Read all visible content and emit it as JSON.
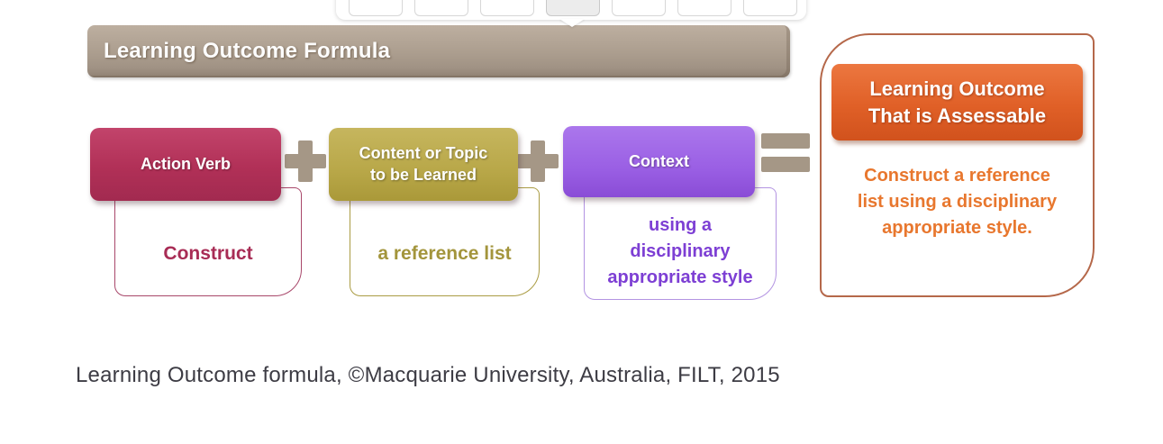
{
  "header": {
    "title": "Learning Outcome Formula"
  },
  "popover": {
    "button_count": 7,
    "selected_index": 3
  },
  "formula": {
    "terms": [
      {
        "label": "Action Verb",
        "example": "Construct",
        "color": "#b13057"
      },
      {
        "label": "Content or Topic\nto be Learned",
        "example": "a reference list",
        "color": "#b8a748"
      },
      {
        "label": "Context",
        "example": "using a\ndisciplinary\nappropriate style",
        "color": "#9a5fe4"
      }
    ],
    "operators": [
      "+",
      "+",
      "="
    ],
    "operator_color": "#a59786",
    "result": {
      "label": "Learning Outcome\nThat is Assessable",
      "example": "Construct a reference\nlist using a disciplinary\nappropriate style.",
      "fill_color": "#e06027",
      "text_color": "#e8772e",
      "border_color": "#b5684a"
    }
  },
  "caption": "Learning Outcome formula, ©Macquarie University, Australia, FILT, 2015",
  "colors": {
    "banner": "#ab9d8e",
    "background": "#ffffff",
    "caption_text": "#3d3c44"
  }
}
